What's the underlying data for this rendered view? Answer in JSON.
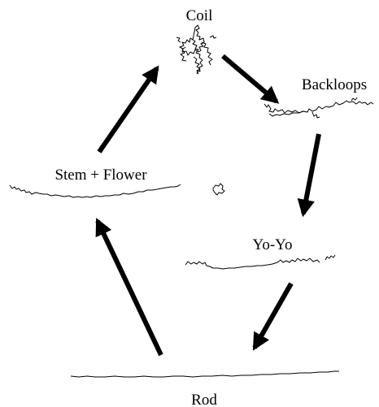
{
  "diagram": {
    "labels": {
      "coil": "Coil",
      "backloops": "Backloops",
      "stem_flower": "Stem + Flower",
      "yoyo": "Yo-Yo",
      "rod": "Rod"
    },
    "ink_color": "#000000",
    "background_color": "#ffffff"
  }
}
